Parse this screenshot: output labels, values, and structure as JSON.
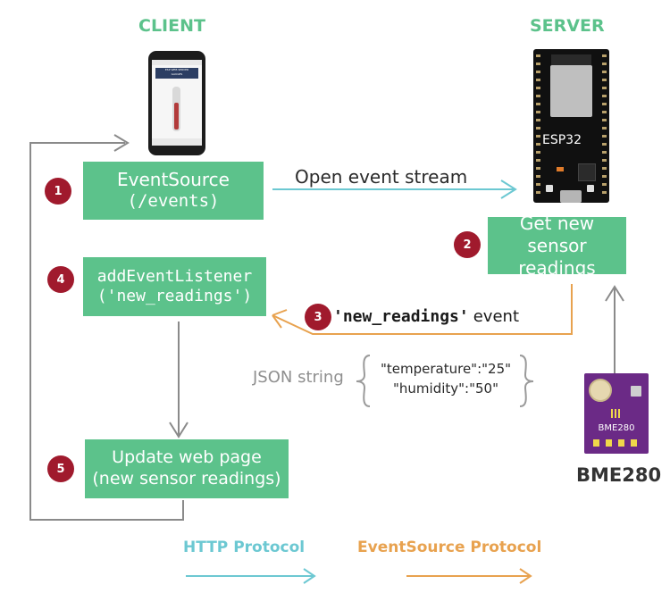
{
  "headers": {
    "client": "CLIENT",
    "server": "SERVER"
  },
  "steps": {
    "s1": {
      "num": "1",
      "line1": "EventSource",
      "line2": "(/events)"
    },
    "s2": {
      "num": "2",
      "line1": "Get new sensor",
      "line2": "readings"
    },
    "s3": {
      "num": "3",
      "code": "'new_readings'",
      "text": "event"
    },
    "s4": {
      "num": "4",
      "line1": "addEventListener",
      "line2": "('new_readings')"
    },
    "s5": {
      "num": "5",
      "line1": "Update web page",
      "line2": "(new sensor readings)"
    }
  },
  "open_stream_label": "Open event stream",
  "json": {
    "label": "JSON string",
    "line1": "\"temperature\":\"25\"",
    "line2": "\"humidity\":\"50\""
  },
  "esp32_label": "ESP32",
  "sensor": {
    "chip_label": "BME280",
    "caption": "BME280"
  },
  "phone": {
    "title_line1": "ESP WEB SERVER",
    "title_line2": "GAUGES"
  },
  "legend": {
    "http": "HTTP Protocol",
    "eventsource": "EventSource Protocol"
  },
  "colors": {
    "green": "#5cc28b",
    "badge": "#a01a2d",
    "http_arrow": "#6cc8d2",
    "eventsource_arrow": "#e8a24f",
    "flow_arrow": "#8a8a8a",
    "sensor_board": "#6b2a86"
  }
}
